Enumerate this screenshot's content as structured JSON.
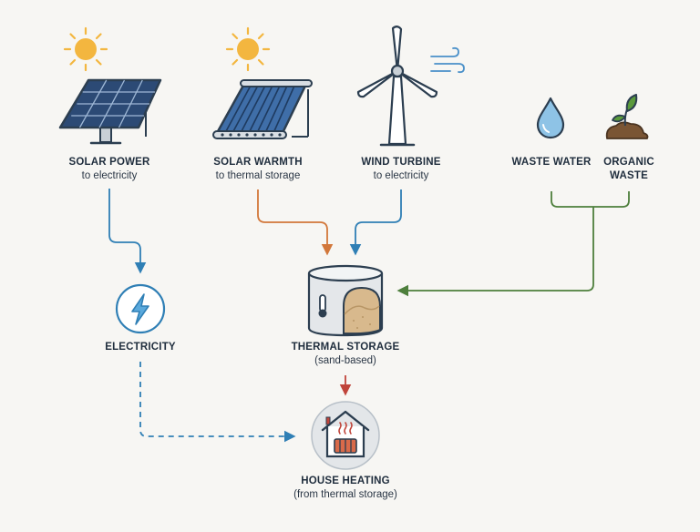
{
  "nodes": {
    "solar_power": {
      "title": "SOLAR POWER",
      "subtitle": "to electricity"
    },
    "solar_warmth": {
      "title": "SOLAR WARMTH",
      "subtitle": "to thermal storage"
    },
    "wind_turbine": {
      "title": "WIND TURBINE",
      "subtitle": "to electricity"
    },
    "waste_water": {
      "title": "WASTE WATER"
    },
    "organic_waste": {
      "title_line1": "ORGANIC",
      "title_line2": "WASTE"
    },
    "electricity": {
      "title": "ELECTRICITY"
    },
    "thermal_storage": {
      "title": "THERMAL STORAGE",
      "subtitle": "(sand-based)"
    },
    "house_heating": {
      "title": "HOUSE HEATING",
      "subtitle": "(from thermal storage)"
    }
  },
  "colors": {
    "blue_flow": "#2f7fb5",
    "orange_flow": "#d2773a",
    "green_flow": "#4e7f3c",
    "red_flow": "#c0443a",
    "sun": "#f3b63f",
    "outline": "#2c3e50"
  },
  "icons": {
    "solar_power": "solar-panel-icon",
    "solar_warmth": "solar-thermal-collector-icon",
    "wind_turbine": "wind-turbine-icon",
    "waste_water": "water-drop-icon",
    "organic_waste": "sprout-icon",
    "electricity": "lightning-bolt-icon",
    "thermal_storage": "sand-tank-icon",
    "house_heating": "house-radiator-icon"
  }
}
